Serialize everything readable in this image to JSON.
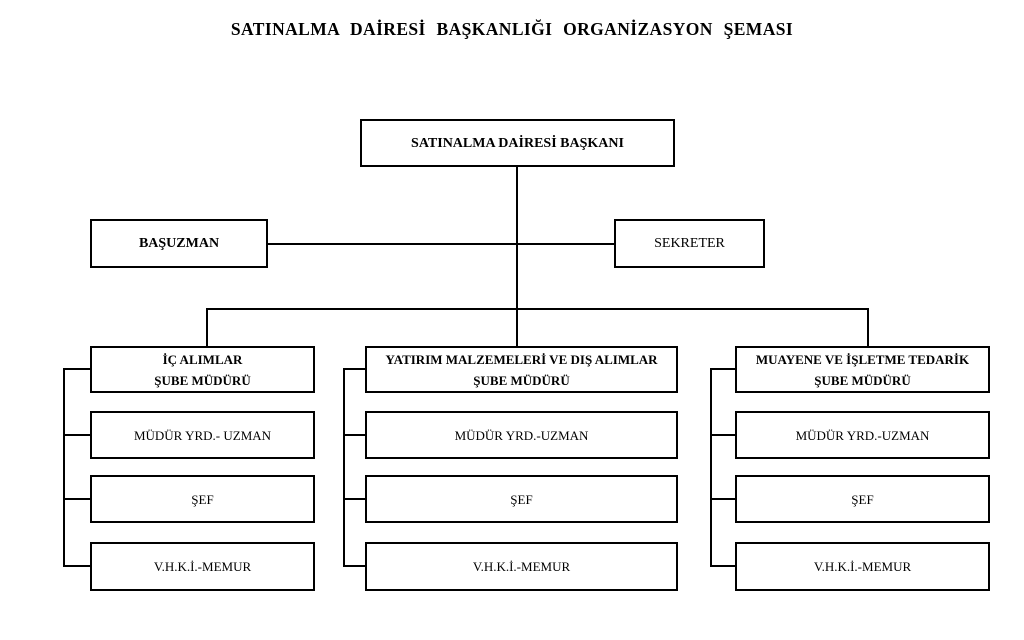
{
  "title": "SATINALMA DAİRESİ BAŞKANLIĞI ORGANİZASYON ŞEMASI",
  "org": {
    "root": {
      "label": "SATINALMA DAİRESİ BAŞKANI"
    },
    "staff": {
      "left": "BAŞUZMAN",
      "right": "SEKRETER"
    },
    "columns": [
      {
        "head_line1": "İÇ ALIMLAR",
        "head_line2": "ŞUBE MÜDÜRÜ",
        "children": [
          "MÜDÜR YRD.- UZMAN",
          "ŞEF",
          "V.H.K.İ.-MEMUR"
        ]
      },
      {
        "head_line1": "YATIRIM MALZEMELERİ VE DIŞ ALIMLAR",
        "head_line2": "ŞUBE MÜDÜRÜ",
        "children": [
          "MÜDÜR YRD.-UZMAN",
          "ŞEF",
          "V.H.K.İ.-MEMUR"
        ]
      },
      {
        "head_line1": "MUAYENE VE İŞLETME TEDARİK",
        "head_line2": "ŞUBE MÜDÜRÜ",
        "children": [
          "MÜDÜR YRD.-UZMAN",
          "ŞEF",
          "V.H.K.İ.-MEMUR"
        ]
      }
    ]
  },
  "colors": {
    "line": "#000000",
    "background": "#ffffff",
    "text": "#000000"
  }
}
